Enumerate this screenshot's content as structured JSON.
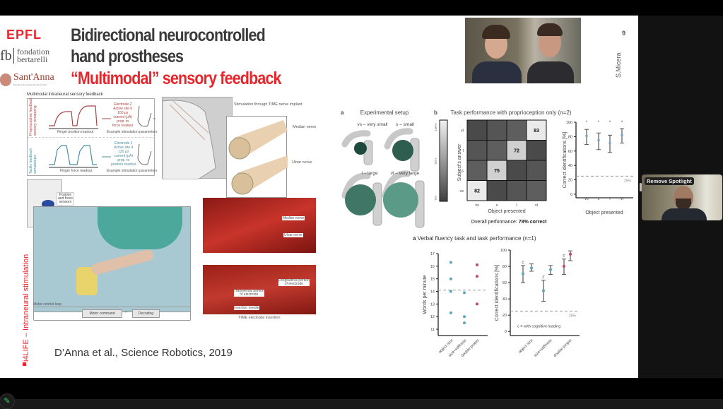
{
  "slide": {
    "logos": {
      "epfl": "EPFL",
      "fondation": [
        "fondation",
        "bertarelli"
      ],
      "fb": "fb",
      "santanna": "Sant'Anna",
      "santanna_sub": "Scuola Universitaria Superiore Pisa"
    },
    "title_line1": "Bidirectional neurocontrolled",
    "title_line2": "hand prostheses",
    "title_line3": "“Multimodal” sensory feedback",
    "page_number": "9",
    "author_tag": "S.Micera",
    "side_label": "i4LIFE – Intraneural stimulation",
    "citation": "D’Anna et al., Science Robotics, 2019",
    "left_figure": {
      "heading": "Multimodal intraneural sensory feedback",
      "row1_label": [
        "Proprioceptive feedback",
        "sensory remapping"
      ],
      "row2_label": [
        "Tactile feedback",
        "somatotopic"
      ],
      "finger_position": "Finger position readout",
      "finger_force": "Finger force readout",
      "stim_params": "Example stimulation parameters",
      "electrode2": [
        "Electrode 2",
        "Active site 6",
        "100 μs",
        "current (μA)",
        "prop. to",
        "force readout"
      ],
      "electrode1": [
        "Electrode 1",
        "Active site 4",
        "120 μs",
        "current (μA)",
        "prop. to",
        "position readout"
      ],
      "sensors": [
        "Position",
        "and force",
        "sensors"
      ],
      "motor_loop": "Motor control loop",
      "motor_command": "Motor command",
      "decoding": "Decoding",
      "stimulation": "Stimulation through TIME nerve implant",
      "median": "Median nerve",
      "ulnar": "Ulnar nerve",
      "photo_median": "Median nerve",
      "photo_ulnar": "Ulnar nerve",
      "longitudinal": [
        "Longitudinal portion",
        "of electrode"
      ],
      "transversal": [
        "Transversal portion",
        "of electrode"
      ],
      "needle": "Insertion needle",
      "insertion": "TIME electrode insertion"
    },
    "setup": {
      "letter": "a",
      "title": "Experimental setup",
      "objects": [
        {
          "label": "vs – very small",
          "color": "#1e4a3e"
        },
        {
          "label": "s – small",
          "color": "#2e5e50"
        },
        {
          "label": "l – large",
          "color": "#3f7666"
        },
        {
          "label": "vl – very large",
          "color": "#5a9a86"
        }
      ]
    },
    "task": {
      "letter": "b",
      "title": "Task performance with proprioception only (n=2)",
      "colorbar_ticks": [
        "100%",
        "50%",
        "0%"
      ],
      "ylabel": "Subject's answer",
      "xlabel": "Object presented",
      "rows": [
        "vl",
        "l",
        "s",
        "vs"
      ],
      "cols": [
        "vs",
        "s",
        "l",
        "vl"
      ],
      "diagonal": [
        82,
        75,
        72,
        83
      ],
      "overall_prefix": "Overall performance: ",
      "overall_value": "78% correct"
    },
    "chart_data": [
      {
        "type": "scatter",
        "title": "",
        "xlabel": "Object presented",
        "ylabel": "Correct identifications [%]",
        "categories": [
          "vs",
          "s",
          "l",
          "vl"
        ],
        "values": [
          81,
          75,
          71,
          82
        ],
        "error_low": [
          69,
          62,
          58,
          71
        ],
        "error_high": [
          90,
          85,
          82,
          91
        ],
        "yticks": [
          0,
          20,
          40,
          60,
          80,
          100
        ],
        "ylim": [
          -5,
          100
        ],
        "reference_line": {
          "value": 25,
          "label": "25%"
        },
        "significance": [
          "*",
          "*",
          "*",
          "*"
        ]
      },
      {
        "type": "scatter",
        "title": "Verbal fluency task and task performance (n=1)",
        "letter": "a",
        "ylabel": "Words per minute",
        "categories": [
          "object size",
          "size+stiffness",
          "double propio"
        ],
        "points": [
          [
            16.3,
            15.0,
            14.0,
            12.3
          ],
          [
            13.9,
            12.0,
            11.5
          ],
          [
            16.1,
            15.2,
            13.0
          ]
        ],
        "colors": [
          "#5aa8b4",
          "#5aa8b4",
          "#c0485a"
        ],
        "yticks": [
          11,
          12,
          13,
          14,
          15,
          16,
          17
        ],
        "ylim": [
          10.5,
          17
        ],
        "reference_line": {
          "value": 14.1
        }
      },
      {
        "type": "scatter",
        "ylabel": "Correct identifications [%]",
        "categories": [
          "object size",
          "size+stiffness",
          "double propio"
        ],
        "with_loading": {
          "values": [
            71,
            50,
            80
          ],
          "low": [
            60,
            37,
            70
          ],
          "high": [
            81,
            63,
            89
          ],
          "marker": "c"
        },
        "without_loading": {
          "values": [
            78,
            76,
            95
          ],
          "low": [
            74,
            70,
            87
          ],
          "high": [
            83,
            81,
            99
          ]
        },
        "colors": [
          "#5aa8b4",
          "#5aa8b4",
          "#c0485a"
        ],
        "yticks": [
          0,
          20,
          40,
          60,
          80,
          100
        ],
        "ylim": [
          -5,
          100
        ],
        "reference_line": {
          "value": 25,
          "label": "25%"
        },
        "legend": "c = with cognitive loading"
      }
    ]
  },
  "spotlight": {
    "button": "Remove Spotlight"
  },
  "toolbar": {
    "annotate_icon": "pencil-icon"
  }
}
